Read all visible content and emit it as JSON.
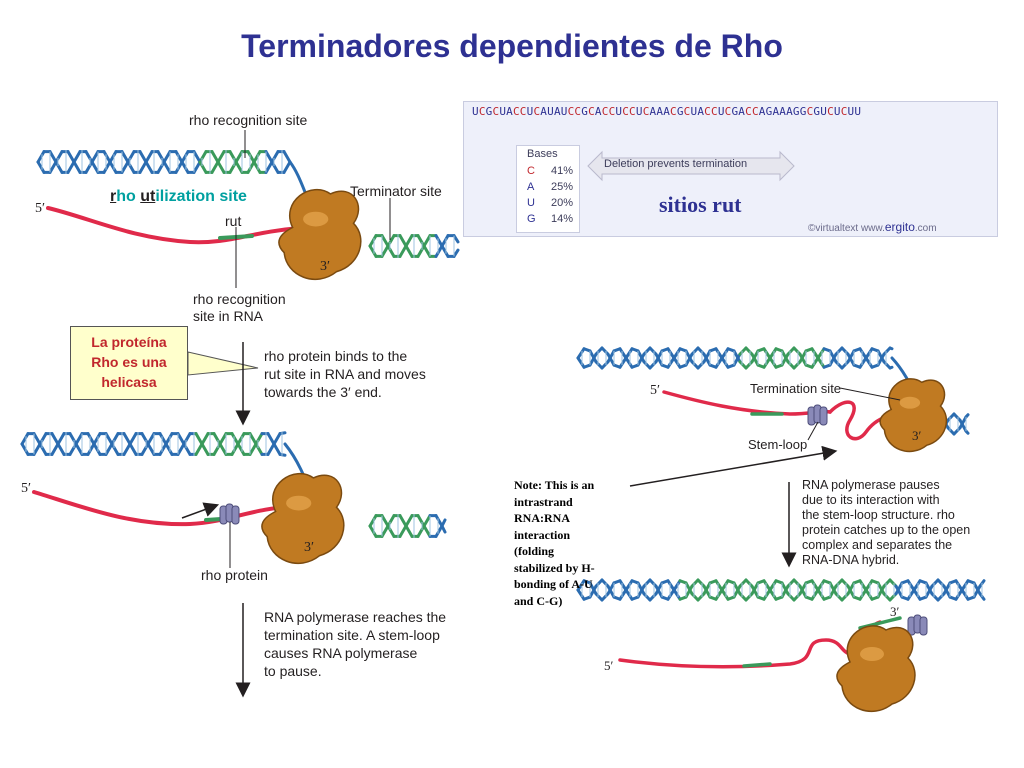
{
  "title": "Terminadores dependientes de Rho",
  "callout": {
    "lines": [
      "La proteína",
      "Rho es una",
      "helicasa"
    ]
  },
  "rho_utilization": {
    "r": "r",
    "ho": "ho ",
    "ut": "ut",
    "ilization": "ilization site"
  },
  "top_left": {
    "recognition_site": "rho recognition site",
    "five_prime": "5′",
    "rut": "rut",
    "terminator_site": "Terminator site",
    "three_prime": "3′",
    "rho_recognition_rna": [
      "rho recognition",
      "site in RNA"
    ]
  },
  "step1_text": [
    "rho protein binds to the",
    "rut site in RNA and moves",
    "towards the 3′ end."
  ],
  "mid_left": {
    "five_prime": "5′",
    "three_prime": "3′",
    "rho_protein": "rho protein"
  },
  "step2_text": [
    "RNA polymerase reaches the",
    "termination site. A stem-loop",
    "causes RNA polymerase",
    "to pause."
  ],
  "sequence_panel": {
    "sequence": [
      {
        "t": "U",
        "c": false
      },
      {
        "t": "C",
        "c": true
      },
      {
        "t": "G",
        "c": false
      },
      {
        "t": "C",
        "c": true
      },
      {
        "t": "U",
        "c": false
      },
      {
        "t": "A",
        "c": false
      },
      {
        "t": "C",
        "c": true
      },
      {
        "t": "C",
        "c": true
      },
      {
        "t": "U",
        "c": false
      },
      {
        "t": "C",
        "c": true
      },
      {
        "t": "A",
        "c": false
      },
      {
        "t": "U",
        "c": false
      },
      {
        "t": "A",
        "c": false
      },
      {
        "t": "U",
        "c": false
      },
      {
        "t": "C",
        "c": true
      },
      {
        "t": "C",
        "c": true
      },
      {
        "t": "G",
        "c": false
      },
      {
        "t": "C",
        "c": true
      },
      {
        "t": "A",
        "c": false
      },
      {
        "t": "C",
        "c": true
      },
      {
        "t": "C",
        "c": true
      },
      {
        "t": "U",
        "c": false
      },
      {
        "t": "C",
        "c": true
      },
      {
        "t": "C",
        "c": true
      },
      {
        "t": "U",
        "c": false
      },
      {
        "t": "C",
        "c": true
      },
      {
        "t": "A",
        "c": false
      },
      {
        "t": "A",
        "c": false
      },
      {
        "t": "A",
        "c": false
      },
      {
        "t": "C",
        "c": true
      },
      {
        "t": "G",
        "c": false
      },
      {
        "t": "C",
        "c": true
      },
      {
        "t": "U",
        "c": false
      },
      {
        "t": "A",
        "c": false
      },
      {
        "t": "C",
        "c": true
      },
      {
        "t": "C",
        "c": true
      },
      {
        "t": "U",
        "c": false
      },
      {
        "t": "C",
        "c": true
      },
      {
        "t": "G",
        "c": false
      },
      {
        "t": "A",
        "c": false
      },
      {
        "t": "C",
        "c": true
      },
      {
        "t": "C",
        "c": true
      },
      {
        "t": "A",
        "c": false
      },
      {
        "t": "G",
        "c": false
      },
      {
        "t": "A",
        "c": false
      },
      {
        "t": "A",
        "c": false
      },
      {
        "t": "A",
        "c": false
      },
      {
        "t": "G",
        "c": false
      },
      {
        "t": "G",
        "c": false
      },
      {
        "t": "C",
        "c": true
      },
      {
        "t": "G",
        "c": false
      },
      {
        "t": "U",
        "c": false
      },
      {
        "t": "C",
        "c": true
      },
      {
        "t": "U",
        "c": false
      },
      {
        "t": "C",
        "c": true
      },
      {
        "t": "U",
        "c": false
      },
      {
        "t": "U",
        "c": false
      }
    ],
    "bases_header": "Bases",
    "bases": [
      {
        "letter": "C",
        "pct": "41%",
        "color": "#c1272d"
      },
      {
        "letter": "A",
        "pct": "25%",
        "color": "#2e3192"
      },
      {
        "letter": "U",
        "pct": "20%",
        "color": "#2e3192"
      },
      {
        "letter": "G",
        "pct": "14%",
        "color": "#2e3192"
      }
    ],
    "deletion_text": "Deletion prevents termination",
    "sitios_rut": "sitios rut",
    "copyright": "©virtualtext",
    "www": "www.",
    "ergito": "ergito",
    "com": ".com"
  },
  "right_panel": {
    "five_prime_top": "5′",
    "termination_site": "Termination site",
    "stem_loop": "Stem-loop",
    "three_prime_top": "3′",
    "note": [
      "Note: This is an",
      "intrastrand",
      "RNA:RNA",
      "interaction",
      "(folding",
      "stabilized by H-",
      "bonding of A-U",
      "and C-G)"
    ],
    "pause_text": [
      "RNA polymerase pauses",
      "due to its interaction with",
      "the stem-loop structure. rho",
      "protein catches up to the open",
      "complex and separates the",
      "RNA-DNA hybrid."
    ],
    "three_prime_bottom": "3′",
    "five_prime_bottom": "5′"
  },
  "colors": {
    "title": "#2e3192",
    "dna_blue": "#2b6cb0",
    "dna_green": "#3a9a5b",
    "rna_red": "#e02a4a",
    "polymerase": "#c07a22",
    "rho": "#8a8ab8"
  }
}
